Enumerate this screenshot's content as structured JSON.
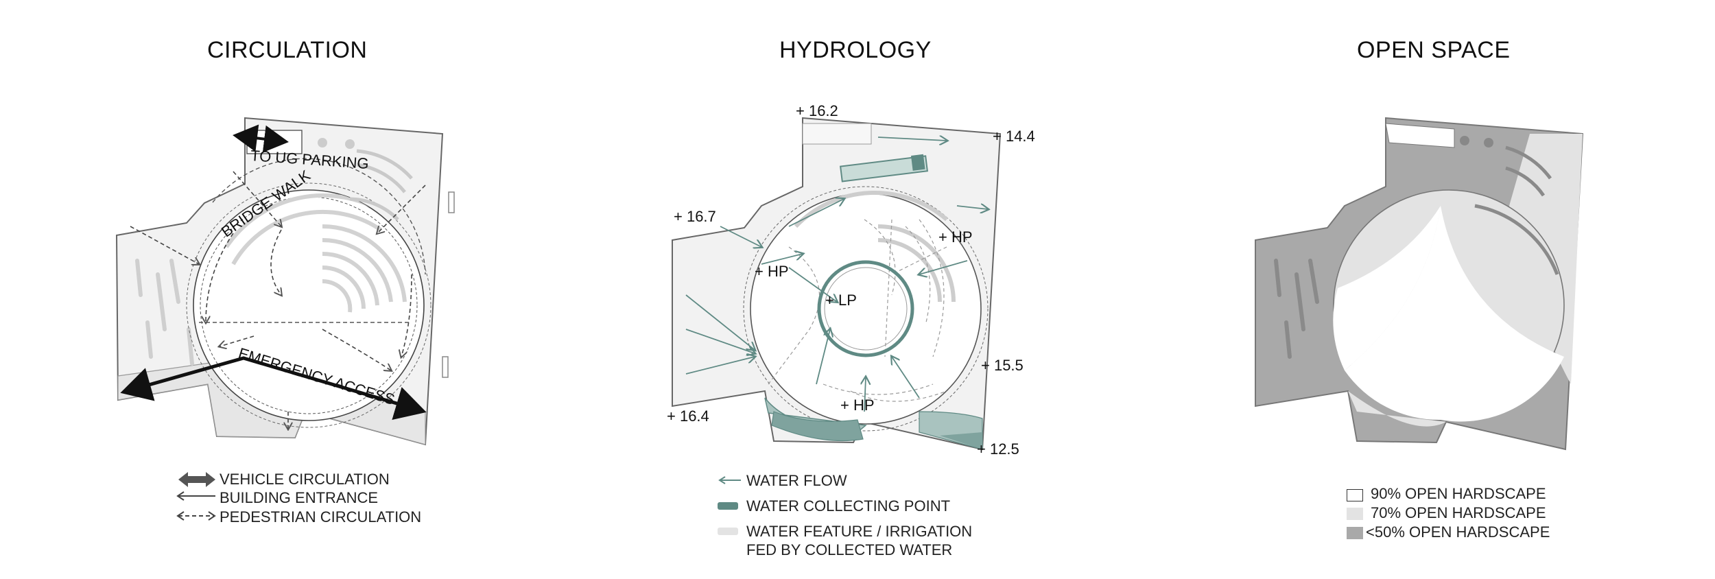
{
  "panels": {
    "circulation": {
      "title": "CIRCULATION",
      "labels": {
        "parking": "TO UG PARKING",
        "bridge": "BRIDGE WALK",
        "emergency": "EMERGENCY ACCESS"
      },
      "legend": [
        {
          "icon": "double-arrow-icon",
          "label": "VEHICLE CIRCULATION"
        },
        {
          "icon": "arrow-icon",
          "label": "BUILDING ENTRANCE"
        },
        {
          "icon": "dashed-arrow-icon",
          "label": "PEDESTRIAN CIRCULATION"
        }
      ]
    },
    "hydrology": {
      "title": "HYDROLOGY",
      "elevations": [
        "+ 16.2",
        "+ 14.4",
        "+ 16.7",
        "+ 15.5",
        "+ 16.4",
        "+ 12.5"
      ],
      "points": [
        "+ HP",
        "+ HP",
        "+ LP",
        "+ HP"
      ],
      "legend": [
        {
          "icon": "arrow-icon",
          "label": "WATER FLOW"
        },
        {
          "icon": "collecting-point-icon",
          "label": "WATER COLLECTING POINT"
        },
        {
          "icon": "water-feature-icon",
          "label": "WATER FEATURE / IRRIGATION"
        },
        {
          "icon": "",
          "label": "FED BY COLLECTED WATER"
        }
      ]
    },
    "open_space": {
      "title": "OPEN SPACE",
      "legend": [
        {
          "label": "90% OPEN HARDSCAPE",
          "color": "#ffffff"
        },
        {
          "label": "70% OPEN HARDSCAPE",
          "color": "#e3e3e3"
        },
        {
          "label": "<50% OPEN HARDSCAPE",
          "color": "#a9a9a9"
        }
      ]
    }
  },
  "colors": {
    "line": "#4a4a4a",
    "water": "#5f8a84",
    "water_light": "#c9dcd8",
    "light_gray": "#e3e3e3",
    "dark_gray": "#a9a9a9"
  }
}
